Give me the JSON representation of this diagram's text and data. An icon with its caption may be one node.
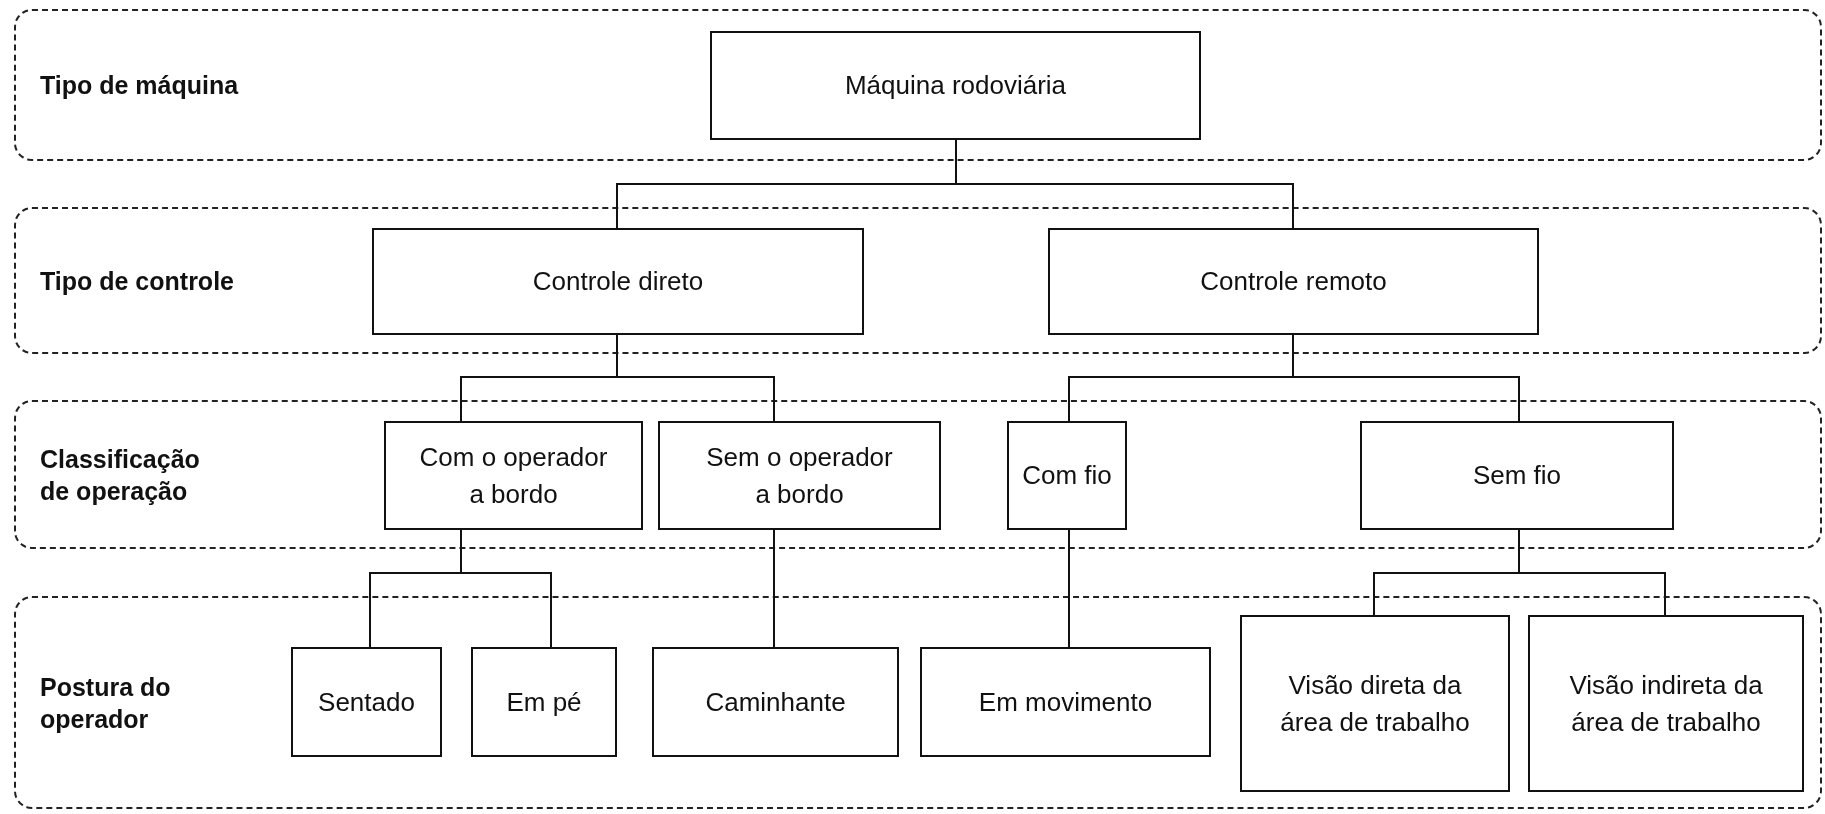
{
  "diagram": {
    "nodes": [
      {
        "text": [
          "Tipo de máquina"
        ]
      },
      {
        "text": [
          "Máquina rodoviária"
        ],
        "in": 0
      },
      {
        "text": [
          "Tipo de controle"
        ]
      },
      {
        "text": [
          "Controle direto"
        ],
        "in": 2
      },
      {
        "text": [
          "Controle remoto"
        ],
        "in": 2
      },
      {
        "text": [
          "Classificação de operação"
        ]
      },
      {
        "text": [
          "Com o operador a bordo"
        ],
        "in": 5
      },
      {
        "text": [
          "Sem o operador a bordo"
        ],
        "in": 5
      },
      {
        "text": [
          "Com fio"
        ],
        "in": 5
      },
      {
        "text": [
          "Sem fio"
        ],
        "in": 5
      },
      {
        "text": [
          "Postura do operador"
        ]
      },
      {
        "text": [
          "Sentado"
        ],
        "in": 10
      },
      {
        "text": [
          "Em pé"
        ],
        "in": 10
      },
      {
        "text": [
          "Caminhante"
        ],
        "in": 10
      },
      {
        "text": [
          "Em movimento"
        ],
        "in": 10
      },
      {
        "text": [
          "Visão direta da área de trabalho"
        ],
        "in": 10
      },
      {
        "text": [
          "Visão indireta da área de trabalho"
        ],
        "in": 10
      }
    ],
    "edges": [
      {
        "from": 1,
        "to": 3,
        "arrow": "none"
      },
      {
        "from": 1,
        "to": 4,
        "arrow": "none"
      },
      {
        "from": 3,
        "to": 6,
        "arrow": "none"
      },
      {
        "from": 3,
        "to": 7,
        "arrow": "none"
      },
      {
        "from": 4,
        "to": 8,
        "arrow": "none"
      },
      {
        "from": 4,
        "to": 9,
        "arrow": "none"
      },
      {
        "from": 6,
        "to": 11,
        "arrow": "none"
      },
      {
        "from": 6,
        "to": 12,
        "arrow": "none"
      },
      {
        "from": 7,
        "to": 13,
        "arrow": "none"
      },
      {
        "from": 8,
        "to": 14,
        "arrow": "none"
      },
      {
        "from": 9,
        "to": 15,
        "arrow": "none"
      },
      {
        "from": 9,
        "to": 16,
        "arrow": "none"
      }
    ]
  }
}
